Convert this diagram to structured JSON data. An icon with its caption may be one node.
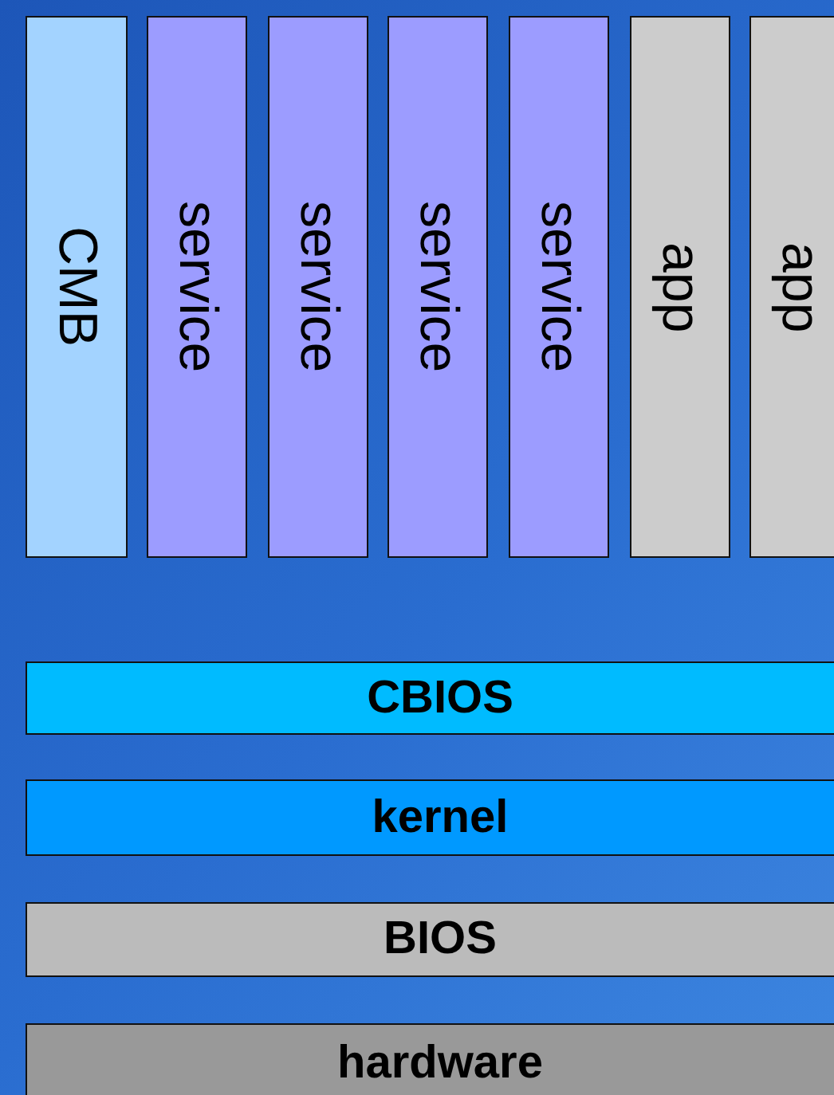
{
  "diagram": {
    "nodes": [
      {
        "text": [
          "CMB"
        ]
      },
      {
        "text": [
          "service"
        ]
      },
      {
        "text": [
          "service"
        ]
      },
      {
        "text": [
          "service"
        ]
      },
      {
        "text": [
          "service"
        ]
      },
      {
        "text": [
          "app"
        ]
      },
      {
        "text": [
          "app"
        ]
      },
      {
        "text": [
          "CBIOS"
        ]
      },
      {
        "text": [
          "kernel"
        ]
      },
      {
        "text": [
          "BIOS"
        ]
      },
      {
        "text": [
          "hardware"
        ]
      }
    ]
  }
}
